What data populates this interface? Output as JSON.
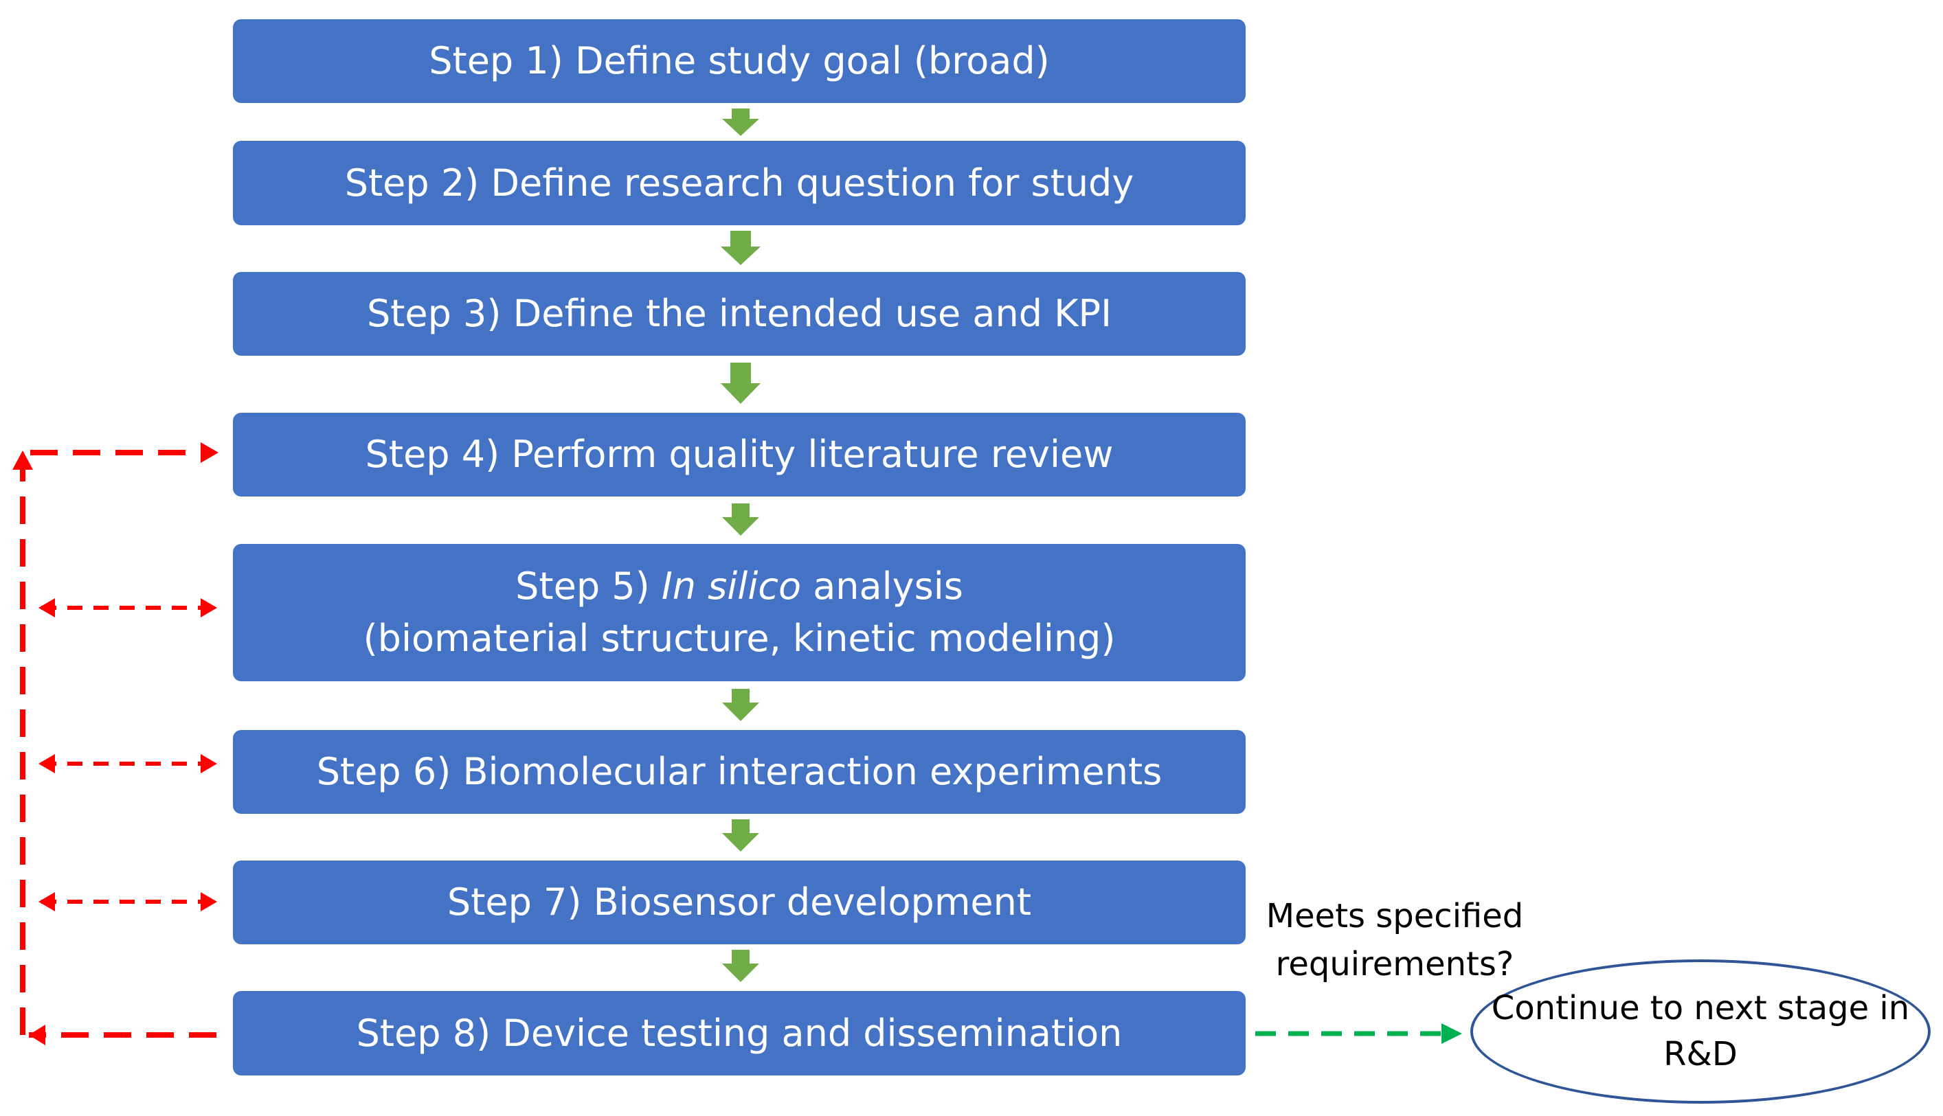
{
  "steps": [
    {
      "lines": [
        "Step 1) Define study goal (broad)"
      ]
    },
    {
      "lines": [
        "Step 2) Define research question for study"
      ]
    },
    {
      "lines": [
        "Step 3) Define the intended use and KPI"
      ]
    },
    {
      "lines": [
        "Step 4) Perform quality literature review"
      ]
    },
    {
      "prefix": "Step 5) ",
      "italic": "In silico",
      "suffix": " analysis",
      "line2": "(biomaterial structure, kinetic modeling)"
    },
    {
      "lines": [
        "Step 6) Biomolecular interaction experiments"
      ]
    },
    {
      "lines": [
        "Step 7) Biosensor development"
      ]
    },
    {
      "lines": [
        "Step 8) Device testing and dissemination"
      ]
    }
  ],
  "decision": {
    "question_line1": "Meets specified",
    "question_line2": "requirements?",
    "outcome_line1": "Continue to next stage in",
    "outcome_line2": "R&D"
  },
  "colors": {
    "step_box": "#4472c4",
    "step_text": "#ffffff",
    "flow_arrow": "#70ad47",
    "feedback_arrow": "#ff0000",
    "continue_arrow": "#00b050",
    "ellipse_border": "#2f5597"
  }
}
